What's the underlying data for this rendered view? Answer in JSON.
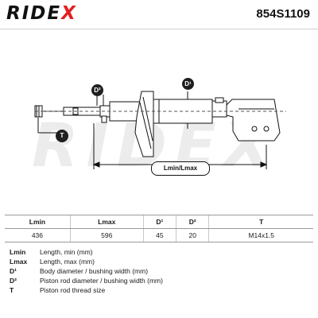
{
  "header": {
    "brand_main": "RIDE",
    "brand_x": "X",
    "part_number": "854S1109"
  },
  "watermark": "RIDEX",
  "dimensions": {
    "d2": "D²",
    "d1": "D¹",
    "t": "T",
    "length": "Lmin/Lmax"
  },
  "table": {
    "headers": [
      "Lmin",
      "Lmax",
      "D¹",
      "D²",
      "T"
    ],
    "values": [
      "436",
      "596",
      "45",
      "20",
      "M14x1.5"
    ]
  },
  "legend": [
    {
      "key": "Lmin",
      "desc": "Length, min (mm)"
    },
    {
      "key": "Lmax",
      "desc": "Length, max (mm)"
    },
    {
      "key": "D¹",
      "desc": "Body diameter / bushing width (mm)"
    },
    {
      "key": "D²",
      "desc": "Piston rod diameter / bushing width (mm)"
    },
    {
      "key": "T",
      "desc": "Piston rod thread size"
    }
  ],
  "colors": {
    "brand_accent": "#e31f1f",
    "label_bg": "#1f1f1f"
  }
}
